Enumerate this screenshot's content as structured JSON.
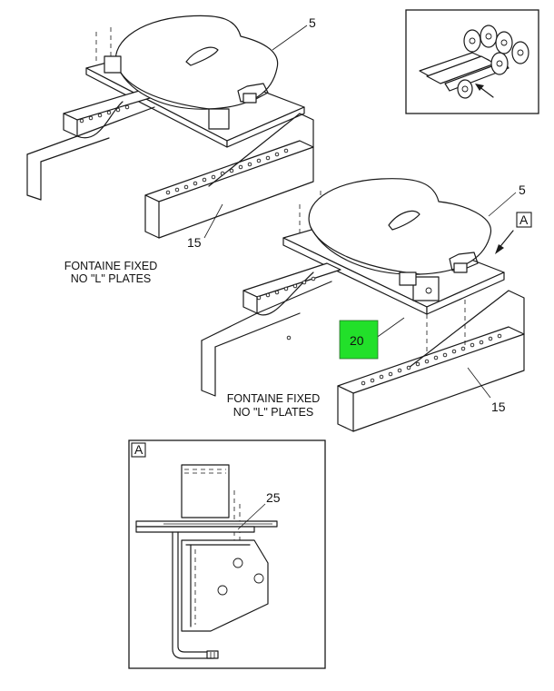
{
  "callouts": {
    "top_plate": "5",
    "top_rail": "15",
    "mid_plate": "5",
    "mid_rail": "15",
    "highlight": "20",
    "detail_part": "25",
    "view_ref": "A",
    "detail_ref": "A"
  },
  "captions": {
    "top_line1": "FONTAINE FIXED",
    "top_line2": "NO \"L\" PLATES",
    "mid_line1": "FONTAINE FIXED",
    "mid_line2": "NO \"L\" PLATES"
  },
  "colors": {
    "highlight_fill": "#22e02a",
    "line": "#1a1a1a"
  }
}
